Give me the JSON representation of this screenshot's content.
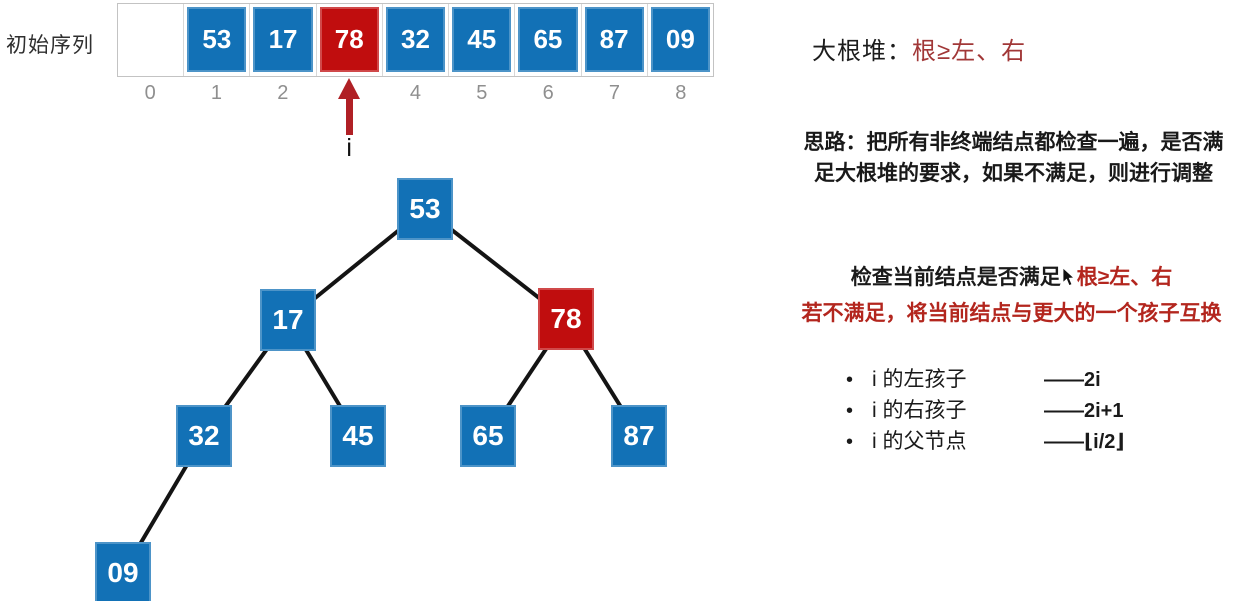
{
  "colors": {
    "node_blue": "#1271b6",
    "node_red": "#c00d0e",
    "arrow_red": "#b02025",
    "heading_red": "#a13737",
    "alert_red": "#b3261e",
    "edge_black": "#141414"
  },
  "array": {
    "label": "初始序列",
    "cells": [
      {
        "value": "",
        "color": "empty"
      },
      {
        "value": "53",
        "color": "blue"
      },
      {
        "value": "17",
        "color": "blue"
      },
      {
        "value": "78",
        "color": "red"
      },
      {
        "value": "32",
        "color": "blue"
      },
      {
        "value": "45",
        "color": "blue"
      },
      {
        "value": "65",
        "color": "blue"
      },
      {
        "value": "87",
        "color": "blue"
      },
      {
        "value": "09",
        "color": "blue"
      }
    ],
    "indices": [
      "0",
      "1",
      "2",
      "",
      "4",
      "5",
      "6",
      "7",
      "8"
    ],
    "pointer_index": 3,
    "pointer_label": "i"
  },
  "tree": {
    "nodes": [
      {
        "heap_index": 1,
        "value": "53",
        "color": "blue"
      },
      {
        "heap_index": 2,
        "value": "17",
        "color": "blue"
      },
      {
        "heap_index": 3,
        "value": "78",
        "color": "red"
      },
      {
        "heap_index": 4,
        "value": "32",
        "color": "blue"
      },
      {
        "heap_index": 5,
        "value": "45",
        "color": "blue"
      },
      {
        "heap_index": 6,
        "value": "65",
        "color": "blue"
      },
      {
        "heap_index": 7,
        "value": "87",
        "color": "blue"
      },
      {
        "heap_index": 8,
        "value": "09",
        "color": "blue"
      }
    ],
    "edges": [
      [
        1,
        2
      ],
      [
        1,
        3
      ],
      [
        2,
        4
      ],
      [
        2,
        5
      ],
      [
        3,
        6
      ],
      [
        3,
        7
      ],
      [
        4,
        8
      ]
    ]
  },
  "panel": {
    "heading_black": "大根堆：",
    "heading_red": "根≥左、右",
    "idea_line1": "思路：把所有非终端结点都检查一遍，是否满",
    "idea_line2": "足大根堆的要求，如果不满足，则进行调整",
    "check_black": "检查当前结点是否满足",
    "check_red": "根≥左、右",
    "swap_line": "若不满足，将当前结点与更大的一个孩子互换",
    "bullets": [
      {
        "dot": "•",
        "label": "i 的左孩子",
        "formula": "——2i"
      },
      {
        "dot": "•",
        "label": "i 的右孩子",
        "formula": "——2i+1"
      },
      {
        "dot": "•",
        "label": "i 的父节点",
        "formula": "——⌊i/2⌋"
      }
    ]
  }
}
